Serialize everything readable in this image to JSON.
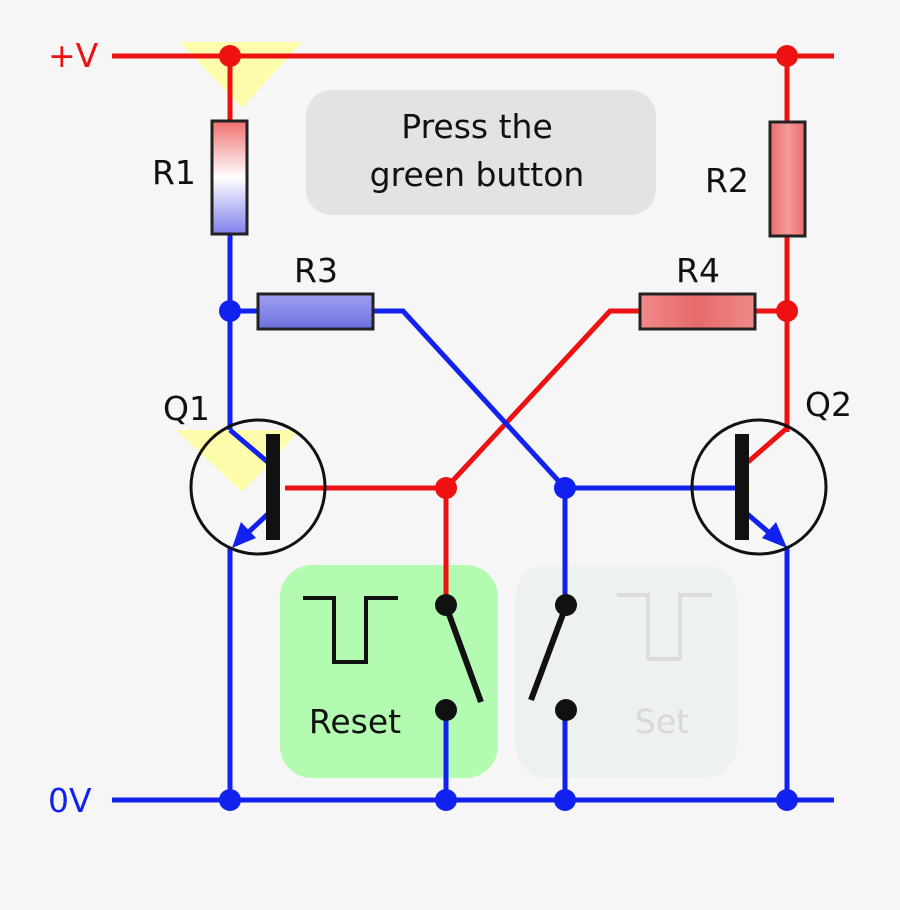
{
  "colors": {
    "positive": "#ee1111",
    "ground": "#1122ee",
    "reset_button": "#b3fbb0",
    "set_button": "#eef2ee",
    "hint_box": "#e3e3e3",
    "highlight": "#fcfcaa"
  },
  "rails": {
    "positive_label": "+V",
    "ground_label": "0V"
  },
  "components": {
    "r1": "R1",
    "r2": "R2",
    "r3": "R3",
    "r4": "R4",
    "q1": "Q1",
    "q2": "Q2"
  },
  "hint": {
    "line1": "Press the",
    "line2": "green button"
  },
  "buttons": {
    "reset_label": "Reset",
    "set_label": "Set",
    "reset_active": true,
    "set_active": false
  }
}
